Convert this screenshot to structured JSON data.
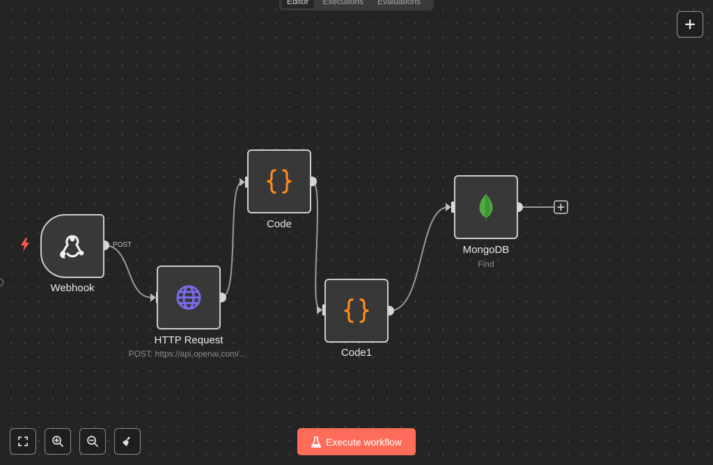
{
  "tabs": [
    {
      "label": "Editor",
      "active": true
    },
    {
      "label": "Executions",
      "active": false
    },
    {
      "label": "Evaluations",
      "active": false
    }
  ],
  "nodes": {
    "webhook": {
      "label": "Webhook",
      "output_tag": "POST",
      "icon": "webhook-icon"
    },
    "http_request": {
      "label": "HTTP Request",
      "subtitle": "POST: https://api.openai.com/...",
      "icon": "globe-icon"
    },
    "code": {
      "label": "Code",
      "icon": "code-braces-icon"
    },
    "code1": {
      "label": "Code1",
      "icon": "code-braces-icon"
    },
    "mongodb": {
      "label": "MongoDB",
      "subtitle": "Find",
      "icon": "mongodb-leaf-icon"
    }
  },
  "controls": {
    "execute_label": "Execute workflow"
  },
  "colors": {
    "canvas": "#242424",
    "node_fill": "#383838",
    "node_border": "#cfcfcf",
    "accent": "#ff6d5a",
    "code_icon": "#ff8c1a",
    "globe_icon": "#7b6cf0",
    "mongo_leaf": "#4faa41"
  }
}
